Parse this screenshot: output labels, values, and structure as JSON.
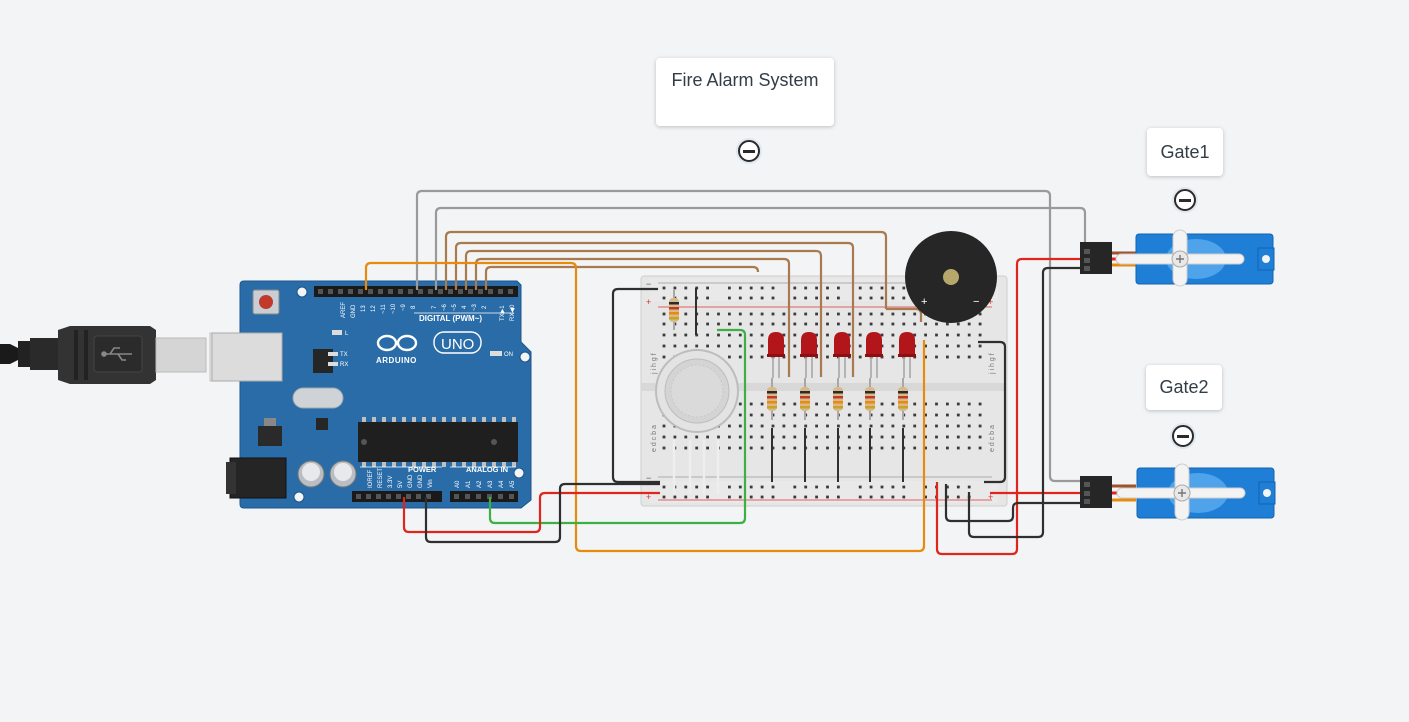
{
  "notes": {
    "title": "Fire Alarm System",
    "gate1": "Gate1",
    "gate2": "Gate2"
  },
  "arduino": {
    "logo_text": "ARDUINO",
    "model": "UNO",
    "digital_label": "DIGITAL (PWM~)",
    "power_label": "POWER",
    "analog_label": "ANALOG IN",
    "on_label": "ON",
    "l_label": "L",
    "tx_label": "TX",
    "rx_label": "RX",
    "aref_label": "AREF",
    "gnd_label": "GND",
    "txrx_label": "TX▶1",
    "rxrx_label": "RX◀0",
    "pin_13": "13",
    "pin_12": "12",
    "pin_11": "~11",
    "pin_10": "~10",
    "pin_9": "~9",
    "pin_8": "8",
    "pin_7": "7",
    "pin_6": "~6",
    "pin_5": "~5",
    "pin_4": "4",
    "pin_3": "~3",
    "pin_2": "2",
    "p_ioref": "IOREF",
    "p_reset": "RESET",
    "p_33v": "3.3V",
    "p_5v": "5V",
    "p_gnd1": "GND",
    "p_gnd2": "GND",
    "p_vin": "Vin",
    "a0": "A0",
    "a1": "A1",
    "a2": "A2",
    "a3": "A3",
    "a4": "A4",
    "a5": "A5"
  },
  "breadboard": {
    "rows_top": "j i h g f",
    "rows_bottom": "e d c b a",
    "plus": "+",
    "minus": "−"
  },
  "buzzer": {
    "plus": "+",
    "minus": "−"
  },
  "colors": {
    "background": "#f2f4f6",
    "arduino_board": "#2a6ca8",
    "wire_orange": "#e88a0c",
    "wire_brown": "#a87a4e",
    "wire_gray": "#9a9a9a",
    "wire_red": "#e0261c",
    "wire_black": "#2f2f2f",
    "wire_green": "#3cb043",
    "servo_blue": "#1f7ed6",
    "led_red": "#b2161a"
  },
  "icons": {
    "collapse": "minus-circle-icon",
    "usb": "usb-icon"
  }
}
